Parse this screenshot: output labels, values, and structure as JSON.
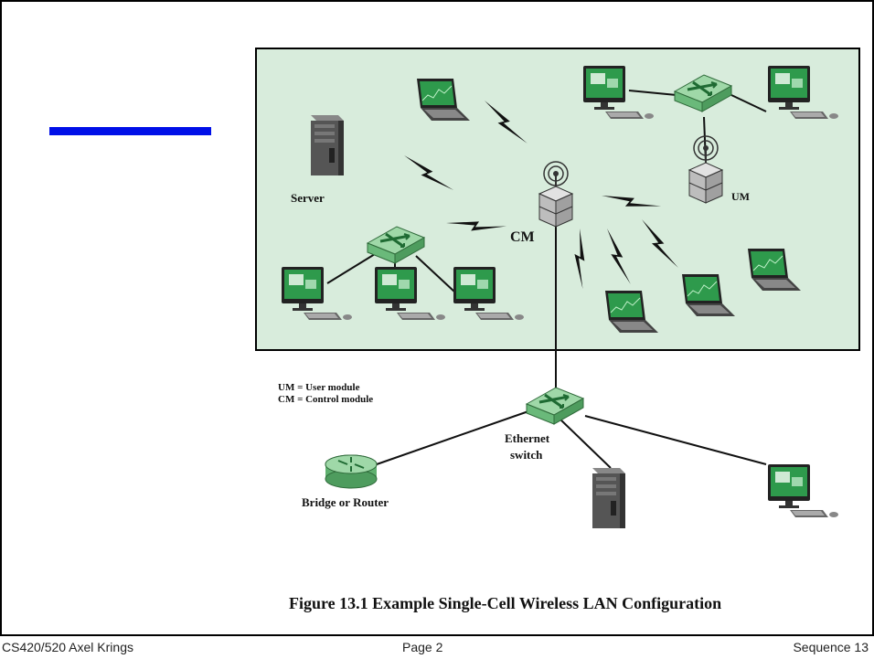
{
  "labels": {
    "server": "Server",
    "cm": "CM",
    "um": "UM",
    "ethernet_switch_line1": "Ethernet",
    "ethernet_switch_line2": "switch",
    "bridge_router": "Bridge or Router"
  },
  "legend": {
    "um": "UM = User module",
    "cm": "CM = Control module"
  },
  "caption": "Figure 13.1  Example Single-Cell Wireless LAN Configuration",
  "footer": {
    "left": "CS420/520 Axel Krings",
    "center": "Page 2",
    "right": "Sequence 13"
  },
  "colors": {
    "cell_fill": "#d8ecdc",
    "device_green": "#3fae5a",
    "accent_blue": "#0010e8"
  }
}
